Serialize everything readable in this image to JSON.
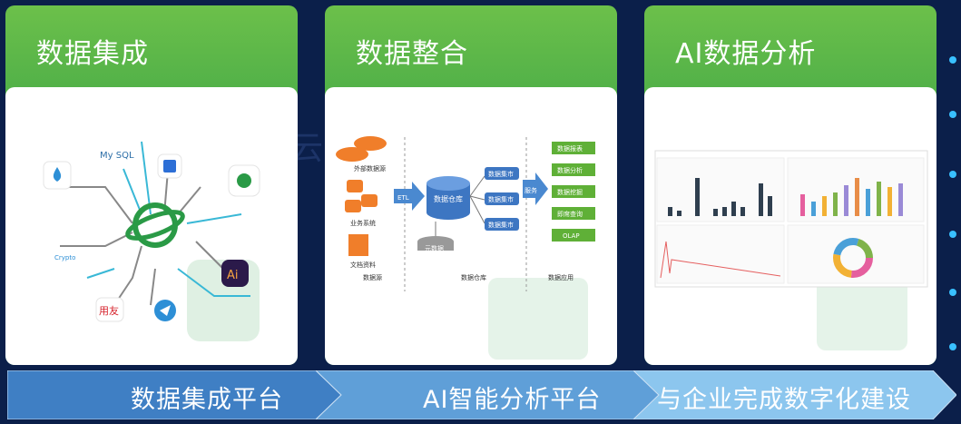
{
  "cards": [
    {
      "title": "数据集成"
    },
    {
      "title": "数据整合"
    },
    {
      "title": "AI数据分析"
    }
  ],
  "card1": {
    "logos": {
      "mysql_text": "My SQL",
      "crypto_text": "Crypto",
      "yonyou_text": "用友",
      "ai_text": "Ai"
    }
  },
  "card2": {
    "sources": [
      "外部数据源",
      "业务系统",
      "文档资料"
    ],
    "etl": "ETL",
    "warehouse": "数据仓库",
    "marts": [
      "数据集市",
      "数据集市",
      "数据集市"
    ],
    "metadata": "元数据",
    "service": "服务",
    "apps": [
      "数据报表",
      "数据分析",
      "数据挖掘",
      "即席查询",
      "OLAP"
    ],
    "footer": [
      "数据源",
      "数据仓库",
      "数据应用"
    ]
  },
  "bottom": {
    "labels": [
      "数据集成平台",
      "AI智能分析平台",
      "与企业完成数字化建设"
    ],
    "colors": [
      "#3f7fc4",
      "#5f9fd8",
      "#8cc6ee"
    ]
  },
  "colors": {
    "green": "#2a9a46",
    "blue_arrow": "#4a89d0",
    "app_green": "#5fb037"
  }
}
